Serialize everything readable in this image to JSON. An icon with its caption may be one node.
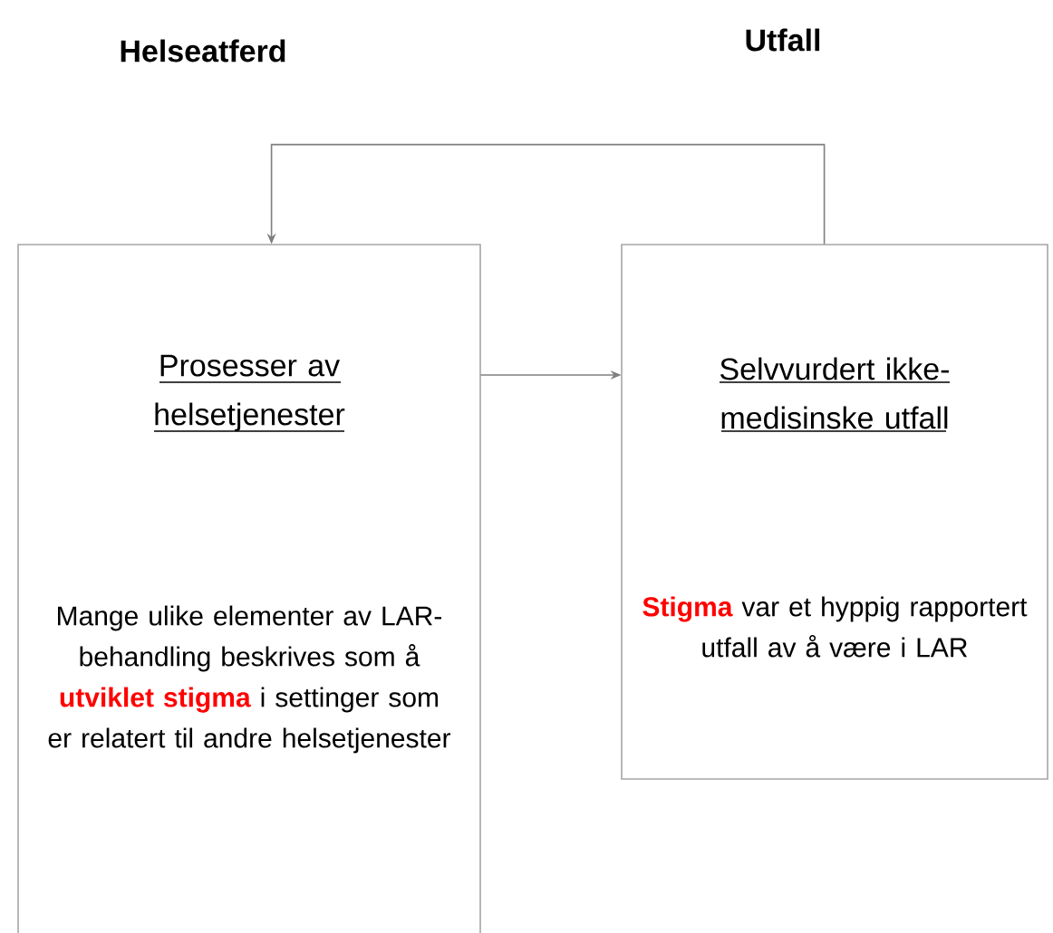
{
  "diagram": {
    "nodes": [
      {
        "text": [
          "Prosesser av helsetjenester",
          "Mange ulike elementer av LAR-behandling beskrives som å **utviklet stigma** i settinger som er relatert til andre helsetjenester"
        ]
      },
      {
        "text": [
          "Selvvurdert ikke-medisinske utfall",
          "**Stigma** var et hyppig rapportert utfall av å være i LAR"
        ]
      }
    ],
    "edges": [
      {
        "from": 0,
        "to": 1,
        "arrow": "to"
      },
      {
        "from": 1,
        "to": 0,
        "arrow": "to"
      }
    ],
    "labels": [
      "Helseatferd",
      "Utfall"
    ]
  }
}
